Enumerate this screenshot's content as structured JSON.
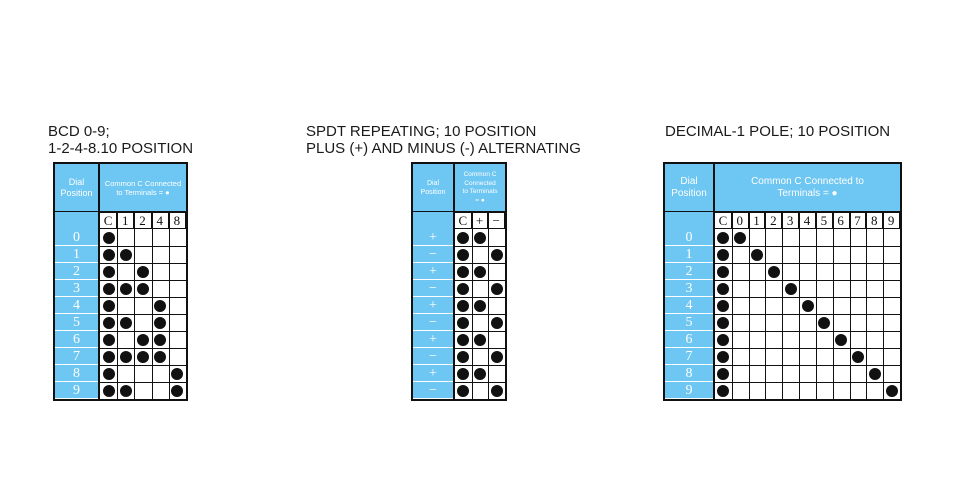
{
  "panels": [
    {
      "id": "bcd",
      "title_lines": [
        "BCD 0-9;",
        "1-2-4-8.10 POSITION"
      ],
      "dial_header": "Dial\nPosition",
      "terminal_header": "Common C Connected\nto Terminals  =  ●",
      "columns": [
        "C",
        "1",
        "2",
        "4",
        "8"
      ],
      "rows": [
        {
          "label": "0",
          "on": [
            1,
            0,
            0,
            0,
            0
          ]
        },
        {
          "label": "1",
          "on": [
            1,
            1,
            0,
            0,
            0
          ]
        },
        {
          "label": "2",
          "on": [
            1,
            0,
            1,
            0,
            0
          ]
        },
        {
          "label": "3",
          "on": [
            1,
            1,
            1,
            0,
            0
          ]
        },
        {
          "label": "4",
          "on": [
            1,
            0,
            0,
            1,
            0
          ]
        },
        {
          "label": "5",
          "on": [
            1,
            1,
            0,
            1,
            0
          ]
        },
        {
          "label": "6",
          "on": [
            1,
            0,
            1,
            1,
            0
          ]
        },
        {
          "label": "7",
          "on": [
            1,
            1,
            1,
            1,
            0
          ]
        },
        {
          "label": "8",
          "on": [
            1,
            0,
            0,
            0,
            1
          ]
        },
        {
          "label": "9",
          "on": [
            1,
            1,
            0,
            0,
            1
          ]
        }
      ]
    },
    {
      "id": "spdt",
      "title_lines": [
        "SPDT REPEATING; 10 POSITION",
        "PLUS (+) AND MINUS (-) ALTERNATING"
      ],
      "dial_header": "Dial\nPosition",
      "terminal_header": "Common C\nConnected\nto Terminals\n=  ●",
      "columns": [
        "C",
        "+",
        "−"
      ],
      "rows": [
        {
          "label": "+",
          "on": [
            1,
            1,
            0
          ]
        },
        {
          "label": "−",
          "on": [
            1,
            0,
            1
          ]
        },
        {
          "label": "+",
          "on": [
            1,
            1,
            0
          ]
        },
        {
          "label": "−",
          "on": [
            1,
            0,
            1
          ]
        },
        {
          "label": "+",
          "on": [
            1,
            1,
            0
          ]
        },
        {
          "label": "−",
          "on": [
            1,
            0,
            1
          ]
        },
        {
          "label": "+",
          "on": [
            1,
            1,
            0
          ]
        },
        {
          "label": "−",
          "on": [
            1,
            0,
            1
          ]
        },
        {
          "label": "+",
          "on": [
            1,
            1,
            0
          ]
        },
        {
          "label": "−",
          "on": [
            1,
            0,
            1
          ]
        }
      ]
    },
    {
      "id": "decimal",
      "title_lines": [
        "DECIMAL-1 POLE; 10 POSITION"
      ],
      "dial_header": "Dial\nPosition",
      "terminal_header": "Common C Connected to\nTerminals  =  ●",
      "columns": [
        "C",
        "0",
        "1",
        "2",
        "3",
        "4",
        "5",
        "6",
        "7",
        "8",
        "9"
      ],
      "rows": [
        {
          "label": "0",
          "on": [
            1,
            1,
            0,
            0,
            0,
            0,
            0,
            0,
            0,
            0,
            0
          ]
        },
        {
          "label": "1",
          "on": [
            1,
            0,
            1,
            0,
            0,
            0,
            0,
            0,
            0,
            0,
            0
          ]
        },
        {
          "label": "2",
          "on": [
            1,
            0,
            0,
            1,
            0,
            0,
            0,
            0,
            0,
            0,
            0
          ]
        },
        {
          "label": "3",
          "on": [
            1,
            0,
            0,
            0,
            1,
            0,
            0,
            0,
            0,
            0,
            0
          ]
        },
        {
          "label": "4",
          "on": [
            1,
            0,
            0,
            0,
            0,
            1,
            0,
            0,
            0,
            0,
            0
          ]
        },
        {
          "label": "5",
          "on": [
            1,
            0,
            0,
            0,
            0,
            0,
            1,
            0,
            0,
            0,
            0
          ]
        },
        {
          "label": "6",
          "on": [
            1,
            0,
            0,
            0,
            0,
            0,
            0,
            1,
            0,
            0,
            0
          ]
        },
        {
          "label": "7",
          "on": [
            1,
            0,
            0,
            0,
            0,
            0,
            0,
            0,
            1,
            0,
            0
          ]
        },
        {
          "label": "8",
          "on": [
            1,
            0,
            0,
            0,
            0,
            0,
            0,
            0,
            0,
            1,
            0
          ]
        },
        {
          "label": "9",
          "on": [
            1,
            0,
            0,
            0,
            0,
            0,
            0,
            0,
            0,
            0,
            1
          ]
        }
      ]
    }
  ],
  "colors": {
    "header_blue": "#6ec6f2",
    "dot": "#111111"
  }
}
